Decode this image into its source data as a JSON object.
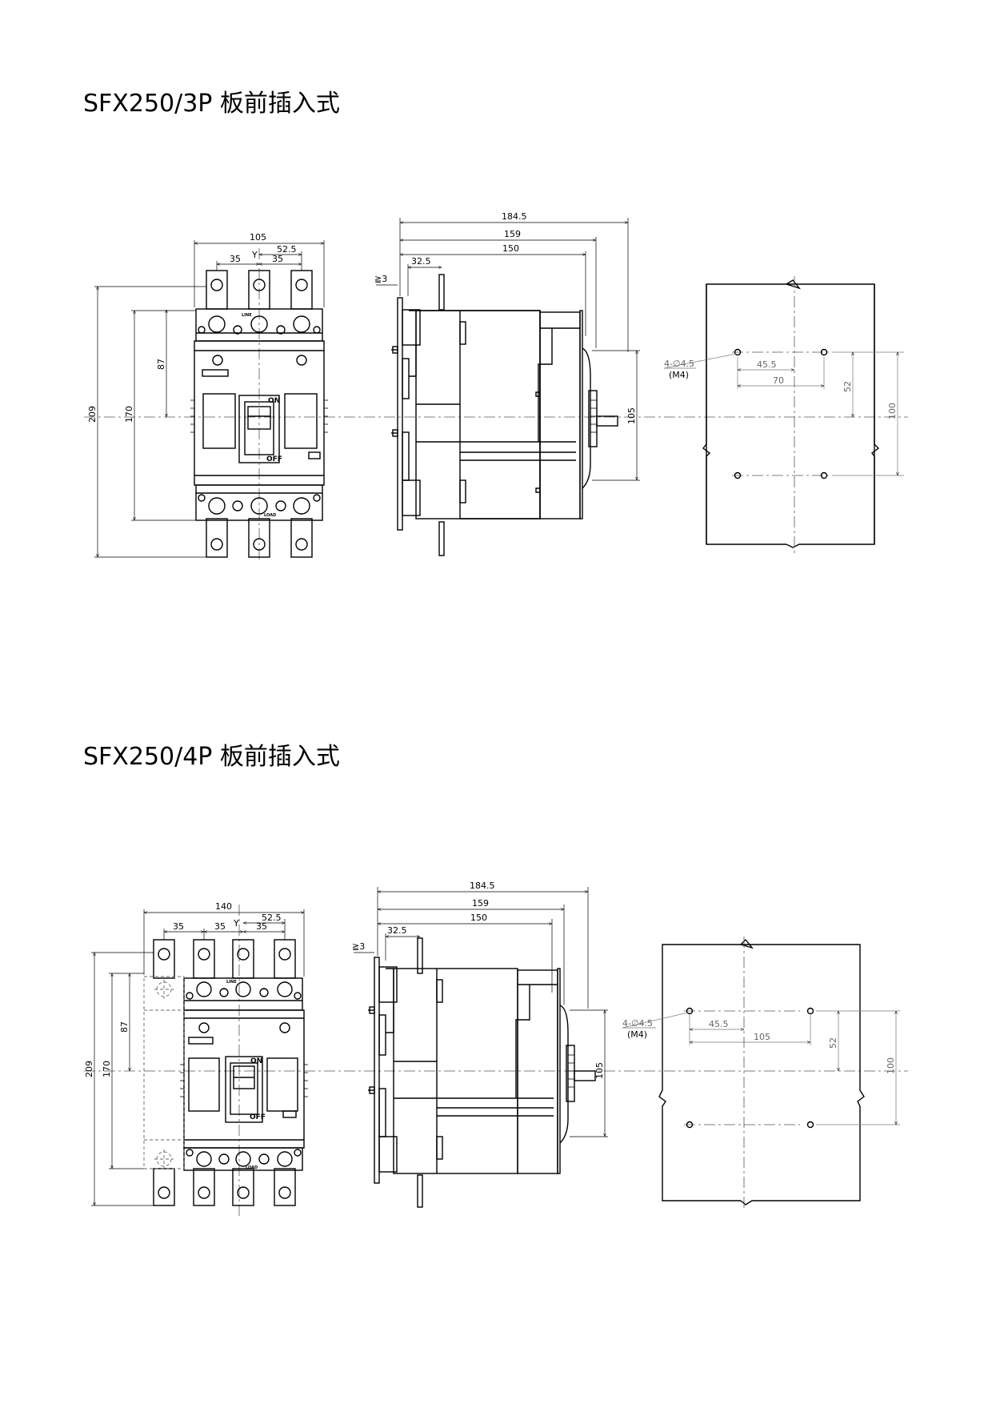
{
  "titles": {
    "top": "SFX250/3P 板前插入式",
    "bottom": "SFX250/4P 板前插入式"
  },
  "breaker_labels": {
    "line": "LINE",
    "load": "LOAD",
    "on": "ON",
    "off": "OFF"
  },
  "top": {
    "front": {
      "width": "105",
      "pitch_a": "52.5",
      "pitch_b": "35",
      "pitch_c": "35",
      "axis": "Y",
      "h_total": "209",
      "h_body": "170",
      "h_half": "87"
    },
    "side": {
      "d1": "184.5",
      "d2": "159",
      "d3": "150",
      "d4": "32.5",
      "gap": "≧3",
      "h": "105"
    },
    "cutout": {
      "holes": "4-∅4.5",
      "thread": "(M4)",
      "a": "45.5",
      "b": "70",
      "c": "52",
      "d": "100"
    }
  },
  "bottom": {
    "front": {
      "width": "140",
      "pitch_a": "52.5",
      "pitch_b": "35",
      "pitch_c": "35",
      "pitch_d": "35",
      "axis": "Y",
      "h_total": "209",
      "h_body": "170",
      "h_half": "87"
    },
    "side": {
      "d1": "184.5",
      "d2": "159",
      "d3": "150",
      "d4": "32.5",
      "gap": "≧3",
      "h": "105"
    },
    "cutout": {
      "holes": "4-∅4.5",
      "thread": "(M4)",
      "a": "45.5",
      "b": "105",
      "c": "52",
      "d": "100"
    }
  }
}
